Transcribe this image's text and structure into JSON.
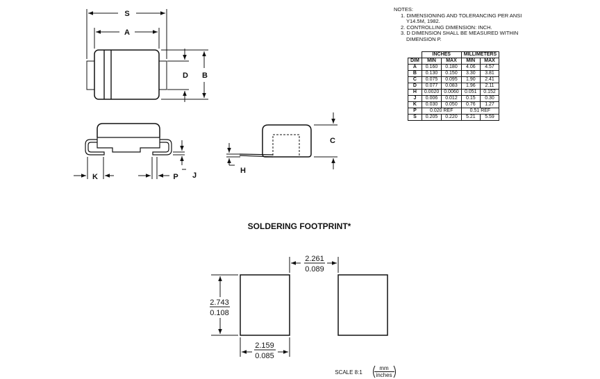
{
  "drawing": {
    "labels": {
      "s": "S",
      "a": "A",
      "d": "D",
      "b": "B",
      "c": "C",
      "h": "H",
      "j": "J",
      "k": "K",
      "p": "P"
    },
    "footprint": {
      "title": "SOLDERING FOOTPRINT*",
      "gap_mm": "2.261",
      "gap_in": "0.089",
      "height_mm": "2.743",
      "height_in": "0.108",
      "width_mm": "2.159",
      "width_in": "0.085",
      "scale": "SCALE 8:1",
      "units_top": "mm",
      "units_bottom": "inches"
    }
  },
  "notes": {
    "heading": "NOTES:",
    "items": [
      "1.  DIMENSIONING AND TOLERANCING PER ANSI",
      "Y14.5M, 1982.",
      "2.  CONTROLLING DIMENSION: INCH.",
      "3.  D DIMENSION SHALL BE MEASURED WITHIN",
      "DIMENSION P."
    ]
  },
  "table": {
    "group_headers": [
      "INCHES",
      "MILLIMETERS"
    ],
    "headers": [
      "DIM",
      "MIN",
      "MAX",
      "MIN",
      "MAX"
    ],
    "rows": [
      [
        "A",
        "0.160",
        "0.180",
        "4.06",
        "4.57"
      ],
      [
        "B",
        "0.130",
        "0.150",
        "3.30",
        "3.81"
      ],
      [
        "C",
        "0.075",
        "0.095",
        "1.90",
        "2.41"
      ],
      [
        "D",
        "0.077",
        "0.083",
        "1.96",
        "2.11"
      ],
      [
        "H",
        "0.0020",
        "0.0060",
        "0.051",
        "0.152"
      ],
      [
        "J",
        "0.006",
        "0.012",
        "0.15",
        "0.30"
      ],
      [
        "K",
        "0.030",
        "0.050",
        "0.76",
        "1.27"
      ],
      [
        "S",
        "0.205",
        "0.220",
        "5.21",
        "5.59"
      ]
    ],
    "p_row": {
      "dim": "P",
      "inch_ref": "0.020 REF",
      "mm_ref": "0.51 REF"
    }
  }
}
